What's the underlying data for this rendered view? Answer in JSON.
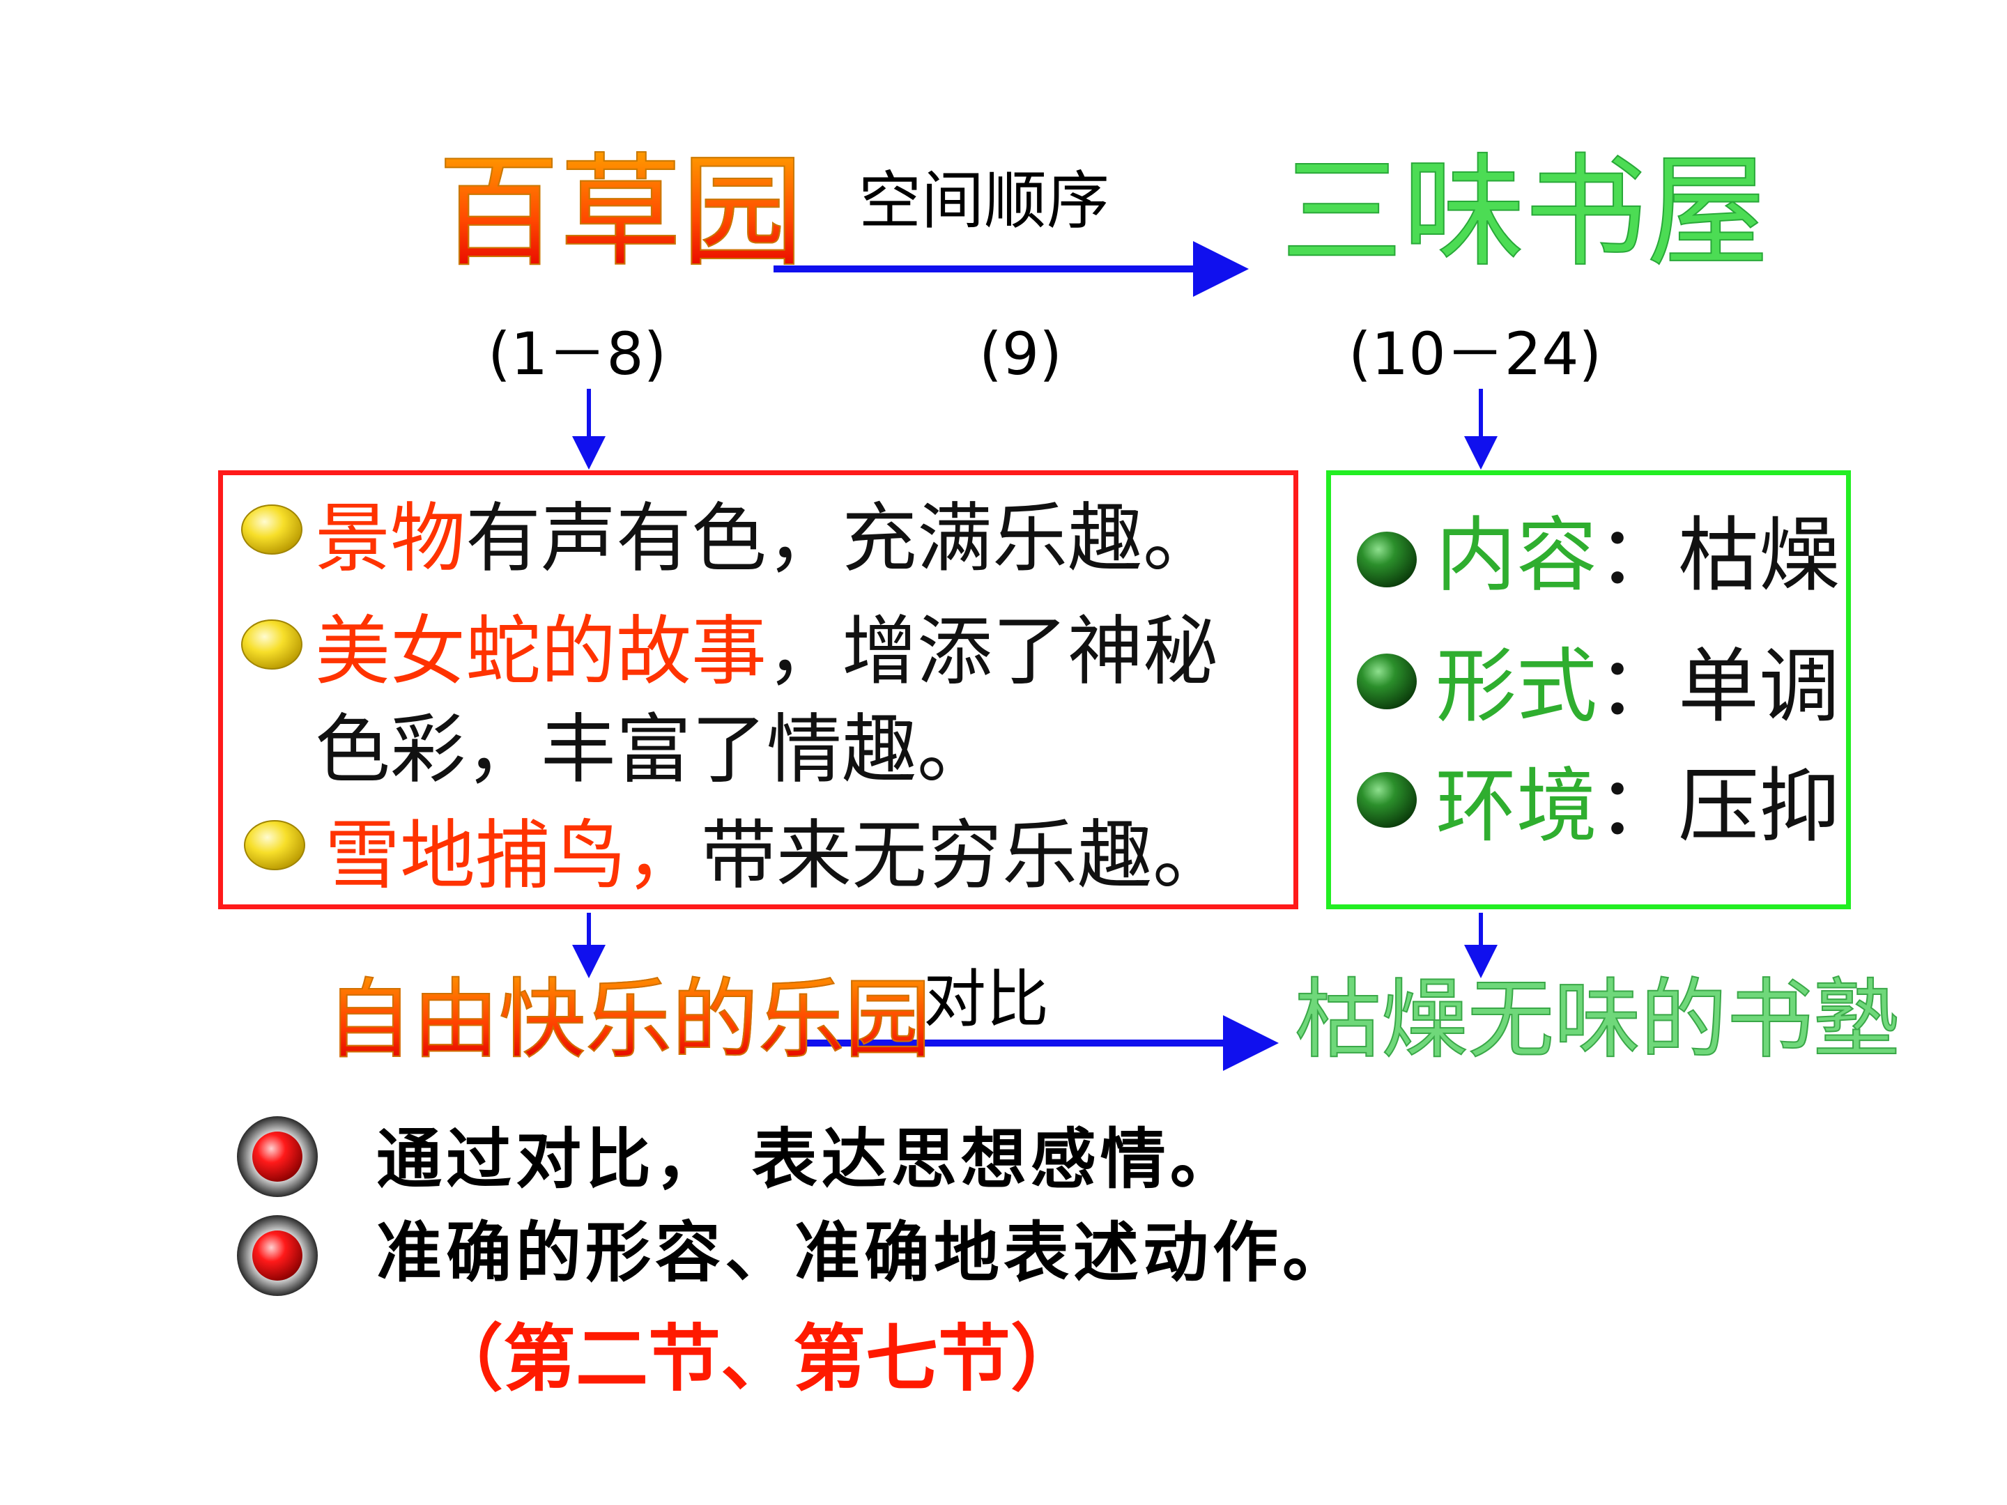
{
  "top": {
    "left_title": "百草园",
    "right_title": "三味书屋",
    "arrow_label": "空间顺序",
    "left_range": "(1－8)",
    "middle_range": "(9)",
    "right_range": "(10－24)"
  },
  "left_box": {
    "items": [
      {
        "highlight": "景物",
        "rest": "有声有色，充满乐趣。"
      },
      {
        "highlight": "美女蛇的故事",
        "rest": "，增添了神秘",
        "rest2": "色彩，丰富了情趣。"
      },
      {
        "highlight": "雪地捕鸟，",
        "rest": "带来无穷乐趣。"
      }
    ]
  },
  "right_box": {
    "items": [
      {
        "highlight": "内容",
        "rest": "：枯燥"
      },
      {
        "highlight": "形式",
        "rest": "：单调"
      },
      {
        "highlight": "环境",
        "rest": "：压抑"
      }
    ]
  },
  "middle": {
    "left_summary": "自由快乐的乐园",
    "right_summary": "枯燥无味的书塾",
    "arrow_label": "对比"
  },
  "bottom": {
    "points": [
      "通过对比， 表达思想感情。",
      "准确的形容、准确地表述动作。"
    ],
    "note": "（第二节、第七节）"
  },
  "colors": {
    "left_box_border": "#ff1a1a",
    "right_box_border": "#22ee22",
    "arrow": "#1010ee",
    "yellow_bullet": "#f2d400",
    "green_bullet": "#1c7a1c",
    "red_bullet": "#e80000"
  }
}
